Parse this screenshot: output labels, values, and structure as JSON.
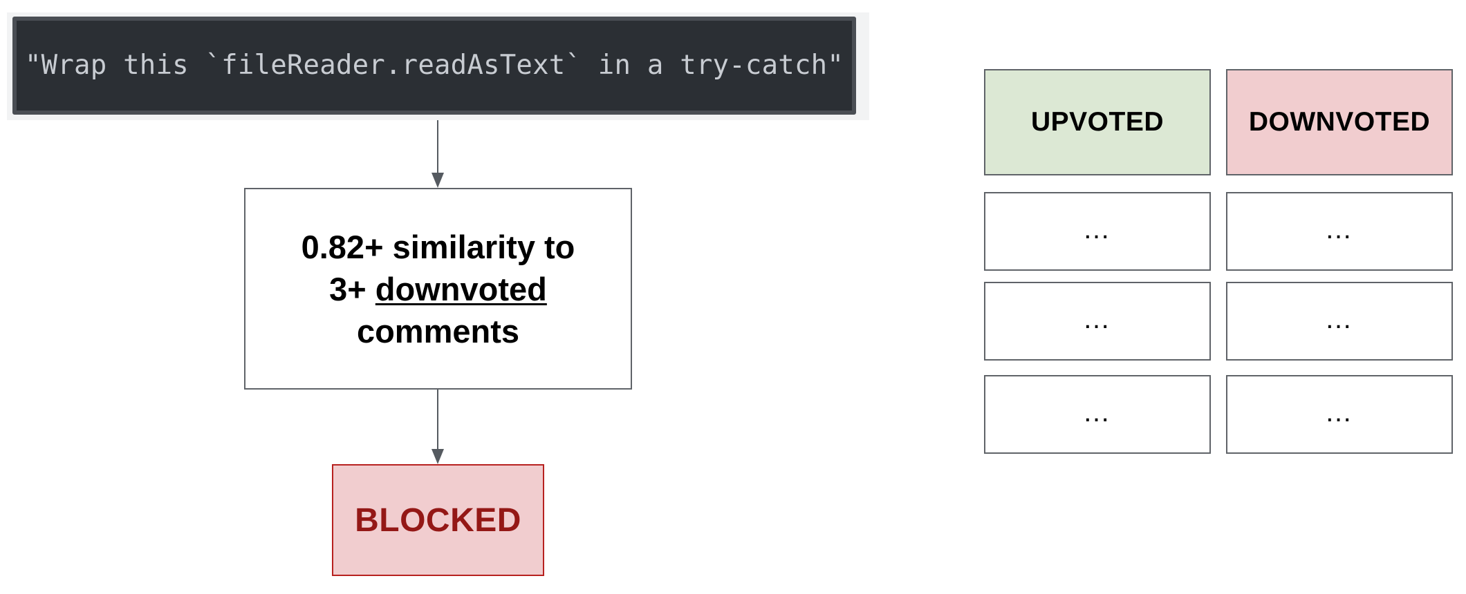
{
  "prompt": {
    "text": "\"Wrap this `fileReader.readAsText` in a try-catch\""
  },
  "rule": {
    "line1": "0.82+ similarity to",
    "line2_prefix": "3+ ",
    "line2_underlined": "downvoted",
    "line3": "comments"
  },
  "result": {
    "label": "BLOCKED"
  },
  "table": {
    "headers": [
      "UPVOTED",
      "DOWNVOTED"
    ],
    "rows": [
      [
        "…",
        "…"
      ],
      [
        "…",
        "…"
      ],
      [
        "…",
        "…"
      ]
    ]
  },
  "colors": {
    "code_background": "#2b2f34",
    "code_text": "#c8ccd2",
    "upvoted_fill": "#dce8d4",
    "downvoted_fill": "#f1cdcf",
    "blocked_fill": "#f1cdcf",
    "blocked_border": "#b7211f",
    "blocked_text": "#941816"
  }
}
